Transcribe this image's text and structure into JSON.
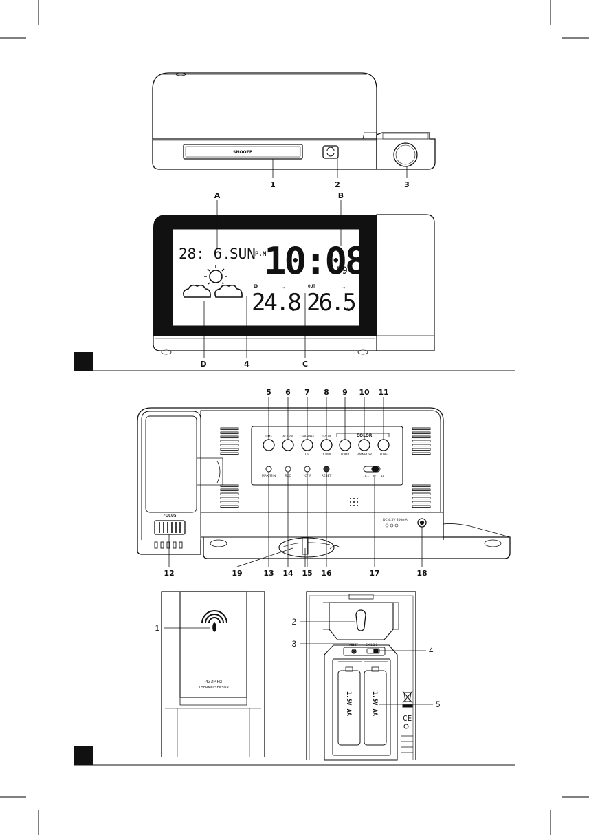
{
  "figure1": {
    "front": {
      "snooze_label": "SNOOZE",
      "callouts": [
        "1",
        "2",
        "3"
      ]
    },
    "display": {
      "date": "28:  6.",
      "weekday": "SUN",
      "pm": "P.M",
      "time": "10:08",
      "seconds": "59",
      "in_label": "IN",
      "out_label": "OUT",
      "in_temp": "24.8",
      "out_temp": "26.5",
      "unit": "°C",
      "callouts": [
        "A",
        "B",
        "D",
        "4",
        "C"
      ]
    },
    "back": {
      "focus_label": "FOCUS",
      "color_label": "COLOR",
      "button_top_labels": [
        "TIME",
        "ALARM",
        "CHANNEL",
        "12/24"
      ],
      "button_bottom_labels": [
        "UP",
        "DOWN",
        "LOOP",
        "RAINBOW",
        "TUNE"
      ],
      "small_button_labels": [
        "MAX/MIN",
        "RCC",
        "°C/°F",
        "RESET"
      ],
      "switch_labels": [
        "OFF",
        "LO",
        "HI"
      ],
      "power_label": "DC 4.5V  300mA",
      "top_callouts": [
        "5",
        "6",
        "7",
        "8",
        "9",
        "10",
        "11"
      ],
      "bottom_callouts": [
        "12",
        "19",
        "13",
        "14",
        "15",
        "16",
        "17",
        "18"
      ]
    }
  },
  "figure2": {
    "sensor_front": {
      "freq_label": "433MHz",
      "sensor_label": "THERMO SENSOR",
      "callouts": [
        "1"
      ]
    },
    "sensor_back": {
      "reset_label": "RESET",
      "ch_label": "CH 1 2 3",
      "battery_label": "1.5V AA",
      "callouts": [
        "2",
        "3",
        "4",
        "5"
      ]
    }
  }
}
